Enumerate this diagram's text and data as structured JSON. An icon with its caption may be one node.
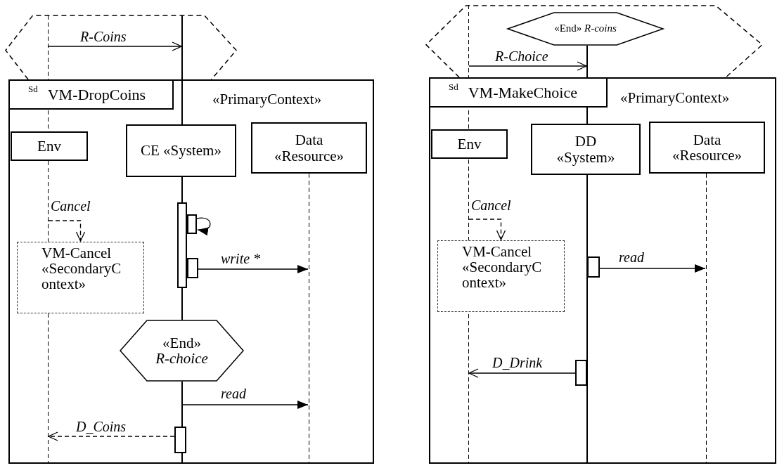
{
  "diagram": {
    "nodes": [
      {
        "text": [],
        "shape": "hexagon"
      },
      {
        "text": [
          "Sd",
          "VM-DropCoins",
          "«PrimaryContext»"
        ]
      },
      {
        "text": [
          "Env"
        ],
        "in": 1
      },
      {
        "text": [
          "CE «System»"
        ],
        "in": 1
      },
      {
        "text": [
          "Data «Resource»"
        ],
        "in": 1
      },
      {
        "text": [
          "VM-Cancel «SecondaryC ontext»"
        ],
        "in": 1
      },
      {
        "text": [],
        "shape": "bar",
        "in": 1
      },
      {
        "text": [],
        "shape": "bar",
        "in": 1
      },
      {
        "text": [],
        "shape": "bar",
        "in": 1
      },
      {
        "text": [
          "«End» *R-choice*"
        ],
        "in": 1
      },
      {
        "text": [],
        "shape": "bar",
        "in": 1
      },
      {
        "text": [],
        "shape": "hexagon"
      },
      {
        "text": [
          "«End» *R-coins*"
        ],
        "in": 11
      },
      {
        "text": [
          "Sd",
          "VM-MakeChoice",
          "«PrimaryContext»"
        ]
      },
      {
        "text": [
          "Env"
        ],
        "in": 13
      },
      {
        "text": [
          "DD «System»"
        ],
        "in": 13
      },
      {
        "text": [
          "Data «Resource»"
        ],
        "in": 13
      },
      {
        "text": [
          "VM-Cancel «SecondaryC ontext»"
        ],
        "in": 13
      },
      {
        "text": [],
        "shape": "bar",
        "in": 13
      },
      {
        "text": [],
        "shape": "bar",
        "in": 13
      },
      {
        "text": [],
        "shape": "line",
        "in": 1
      },
      {
        "text": [],
        "shape": "line",
        "in": 1
      },
      {
        "text": [],
        "shape": "line",
        "in": 1
      },
      {
        "text": [],
        "shape": "line"
      },
      {
        "text": [],
        "shape": "line"
      },
      {
        "text": [],
        "shape": "line",
        "in": 13
      },
      {
        "text": [],
        "shape": "line",
        "in": 1
      },
      {
        "text": [],
        "shape": "line",
        "in": 0
      },
      {
        "text": [],
        "shape": "line",
        "in": 0
      },
      {
        "text": [],
        "shape": "line",
        "in": 1
      },
      {
        "text": [],
        "shape": "line",
        "in": 1
      },
      {
        "text": [],
        "shape": "line",
        "in": 1
      }
    ],
    "edges": [
      {
        "from": 27,
        "to": 28,
        "arrow": "to",
        "label": "R-Coins"
      },
      {
        "from": 20,
        "to": 5,
        "arrow": "to",
        "label": "Cancel",
        "style": "dashed"
      },
      {
        "from": 7,
        "to": 7,
        "arrow": "to"
      },
      {
        "from": 8,
        "to": 22,
        "arrow": "to",
        "label": "write *"
      },
      {
        "from": 26,
        "to": 22,
        "arrow": "to",
        "label": "read"
      },
      {
        "from": 10,
        "to": 31,
        "arrow": "to",
        "label": "D_Coins",
        "style": "dashed"
      },
      {
        "from": 23,
        "to": 24,
        "arrow": "to",
        "label": "R-Choice"
      },
      {
        "from": 23,
        "to": 17,
        "arrow": "to",
        "label": "Cancel",
        "style": "dashed"
      },
      {
        "from": 18,
        "to": 25,
        "arrow": "to",
        "label": "read"
      },
      {
        "from": 19,
        "to": 23,
        "arrow": "to",
        "label": "D_Drink"
      }
    ]
  }
}
